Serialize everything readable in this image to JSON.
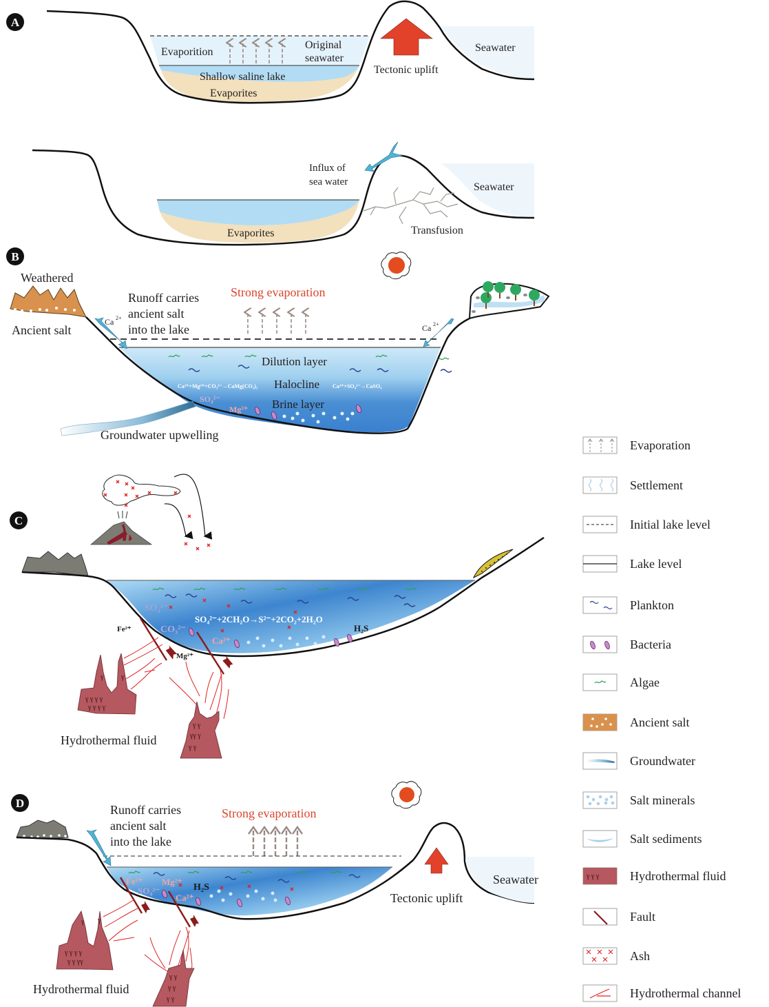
{
  "panels": {
    "A": {
      "badge": "A",
      "top": {
        "evaporation": "Evaporition",
        "original_seawater_1": "Original",
        "original_seawater_2": "seawater",
        "lake": "Shallow saline lake",
        "evaporites": "Evaporites",
        "uplift": "Tectonic uplift",
        "seawater": "Seawater"
      },
      "bottom": {
        "influx_1": "Influx of",
        "influx_2": "sea water",
        "seawater": "Seawater",
        "evaporites": "Evaporites",
        "transfusion": "Transfusion"
      }
    },
    "B": {
      "badge": "B",
      "weathered": "Weathered",
      "ancient_salt": "Ancient salt",
      "runoff_1": "Runoff carries",
      "runoff_2": "ancient salt",
      "runoff_3": "into the lake",
      "strong_evap": "Strong evaporation",
      "ca_left": "Ca",
      "ca_right": "Ca",
      "ion_charge": "2+",
      "dilution": "Dilution layer",
      "halocline": "Halocline",
      "eq_left": "Ca²⁺+Mg²⁺+CO₃²⁻→CaMg(CO₃)₂",
      "eq_right": "Ca²⁺+SO₄²⁻→CaSO₄",
      "brine": "Brine layer",
      "so4": "SO₄²⁻",
      "mg": "Mg²⁺",
      "groundwater": "Groundwater upwelling"
    },
    "C": {
      "badge": "C",
      "so4": "SO₄²⁻",
      "co3": "CO₃²⁻",
      "fe": "Fe²⁺",
      "mg": "Mg²⁺",
      "ca": "Ca²⁺",
      "reaction": "SO₄²⁻+2CH₂O→S²⁻+2CO₂+2H₂O",
      "h2s": "H₂S",
      "hydrothermal": "Hydrothermal fluid"
    },
    "D": {
      "badge": "D",
      "runoff_1": "Runoff carries",
      "runoff_2": "ancient salt",
      "runoff_3": "into the lake",
      "strong_evap": "Strong evaporation",
      "fe": "Fe²⁺",
      "so4": "SO₄²⁻",
      "mg": "Mg²⁺",
      "ca": "Ca²⁺",
      "h2s": "H₂S",
      "uplift": "Tectonic uplift",
      "seawater": "Seawater",
      "hydrothermal": "Hydrothermal fluid"
    }
  },
  "legend": {
    "items": [
      {
        "icon": "evaporation-icon",
        "label": "Evaporation"
      },
      {
        "icon": "settlement-icon",
        "label": "Settlement"
      },
      {
        "icon": "initial-lake-level-icon",
        "label": "Initial lake level"
      },
      {
        "icon": "lake-level-icon",
        "label": "Lake level"
      },
      {
        "icon": "plankton-icon",
        "label": "Plankton"
      },
      {
        "icon": "bacteria-icon",
        "label": "Bacteria"
      },
      {
        "icon": "algae-icon",
        "label": "Algae"
      },
      {
        "icon": "ancient-salt-icon",
        "label": "Ancient salt"
      },
      {
        "icon": "groundwater-icon",
        "label": "Groundwater"
      },
      {
        "icon": "salt-minerals-icon",
        "label": "Salt minerals"
      },
      {
        "icon": "salt-sediments-icon",
        "label": "Salt sediments"
      },
      {
        "icon": "hydrothermal-fluid-icon",
        "label": "Hydrothermal fluid"
      },
      {
        "icon": "fault-icon",
        "label": "Fault"
      },
      {
        "icon": "ash-icon",
        "label": "Ash"
      },
      {
        "icon": "hydrothermal-channel-icon",
        "label": "Hydrothermal channel"
      }
    ]
  },
  "colors": {
    "water_light": "#e6f3fb",
    "water": "#a9d9f2",
    "water_deep": "#2f7fc8",
    "evaporites": "#f3e0bd",
    "ancient_salt": "#d8924e",
    "rock_gray": "#7c7c74",
    "hydrothermal": "#b5585f",
    "fault": "#8b1c1c",
    "ash": "#e02020",
    "uplift_arrow": "#e2412a",
    "sun": "#e24c1e",
    "algae": "#2e9e53",
    "plankton": "#27418f",
    "bacteria": "#c68cc9",
    "evap_arrow": "#9a8a84",
    "runoff_arrow": "#4fb3d6"
  }
}
